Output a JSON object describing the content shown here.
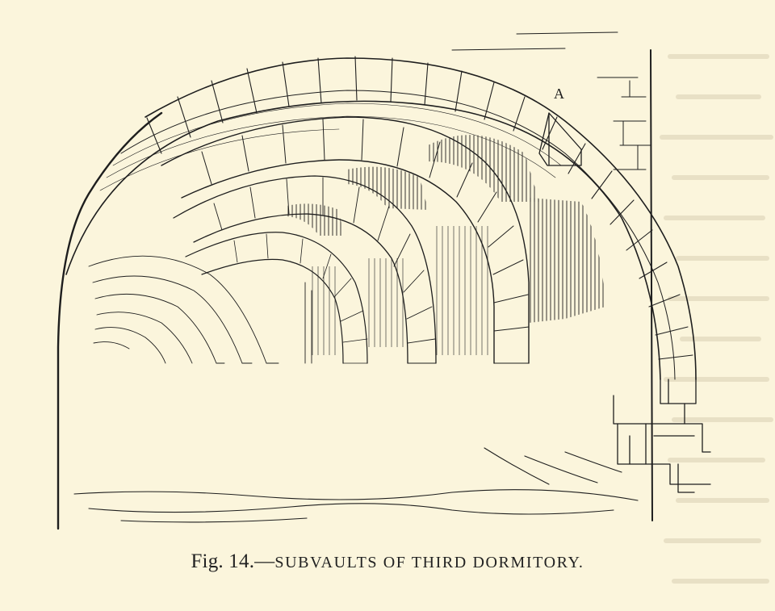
{
  "figure": {
    "label_marker": "A",
    "caption": {
      "number": "Fig. 14.—",
      "title": "SUBVAULTS OF THIRD DORMITORY."
    }
  },
  "colors": {
    "paper": "#fbf5dc",
    "ink": "#1e1e1e"
  }
}
